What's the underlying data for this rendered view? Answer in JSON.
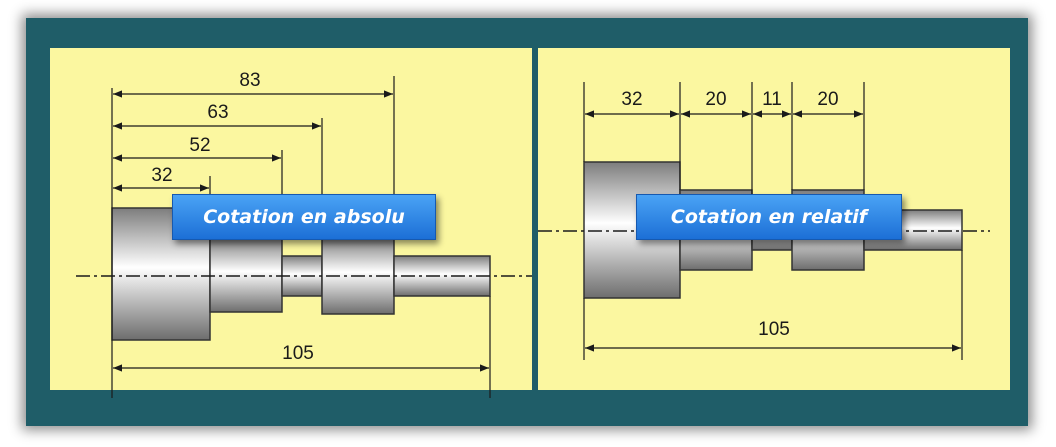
{
  "left_panel": {
    "banner": "Cotation en absolu",
    "dimensions": [
      "83",
      "63",
      "52",
      "32",
      "105"
    ]
  },
  "right_panel": {
    "banner": "Cotation en relatif",
    "dimensions": [
      "32",
      "20",
      "11",
      "20",
      "105"
    ]
  },
  "colors": {
    "frame": "#1f5d68",
    "panel": "#fbf7a0",
    "banner": "#1c6fd6",
    "line": "#1a1a1a"
  }
}
